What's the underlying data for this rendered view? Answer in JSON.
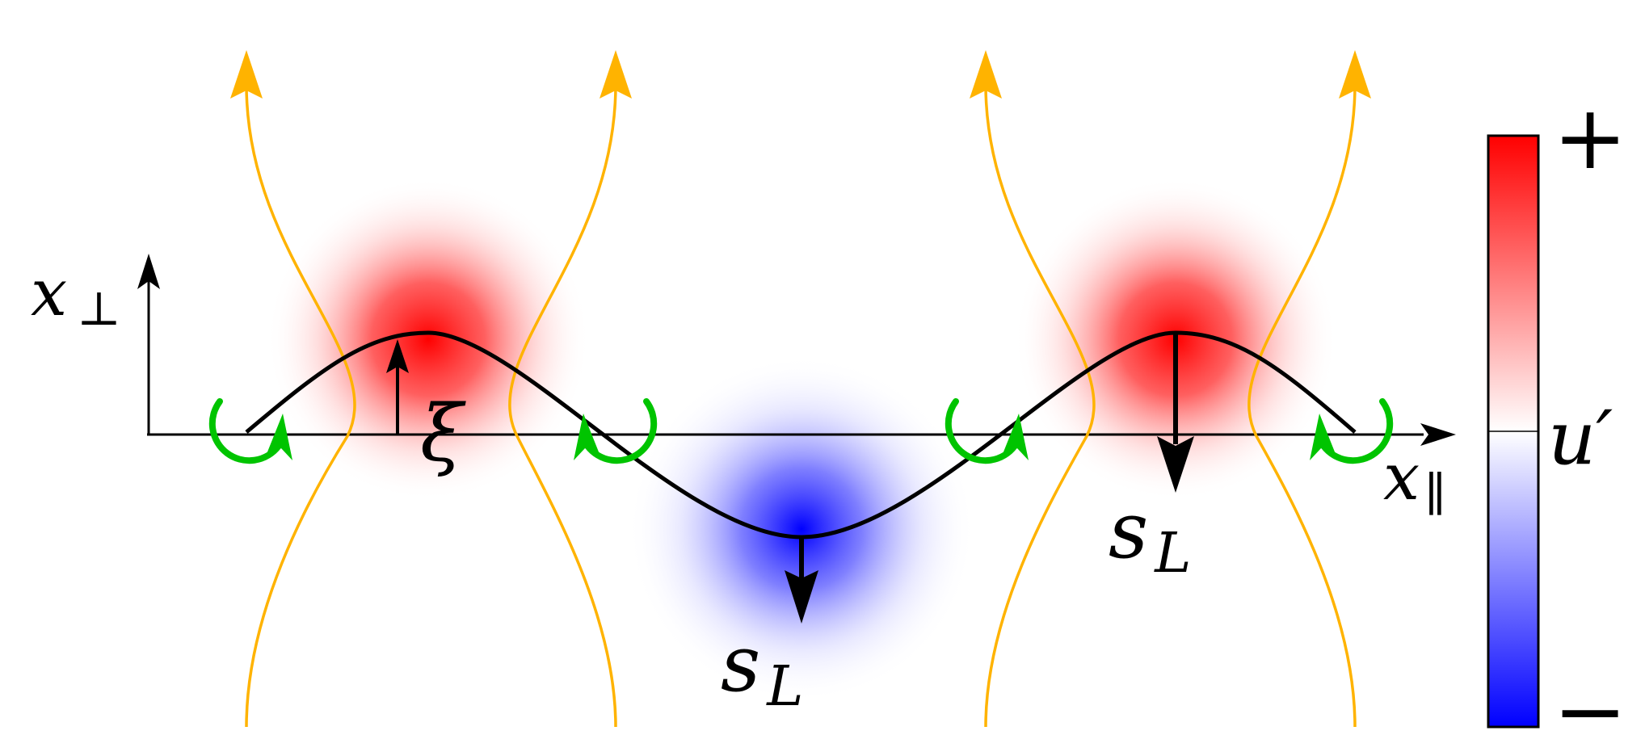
{
  "labels": {
    "x_perp": {
      "main": "x",
      "sub": "⊥"
    },
    "x_parallel": {
      "main": "x",
      "sub": "∥"
    },
    "xi": "ξ",
    "sL_left": {
      "main": "s",
      "sub": "L"
    },
    "sL_right": {
      "main": "s",
      "sub": "L"
    },
    "colorbar_label": "u′",
    "colorbar_plus": "+",
    "colorbar_minus": "−"
  },
  "colors": {
    "positive": "#ff0000",
    "negative": "#0000ff",
    "streamline": "#ffb300",
    "vortex": "#00c400",
    "front": "#000000",
    "axis": "#000000"
  },
  "icons": {
    "streamline_arrow": "arrow-up-icon",
    "vortex": "circular-arrow-icon",
    "displacement_arrow": "arrow-up-icon",
    "velocity_arrow": "arrow-down-icon"
  }
}
